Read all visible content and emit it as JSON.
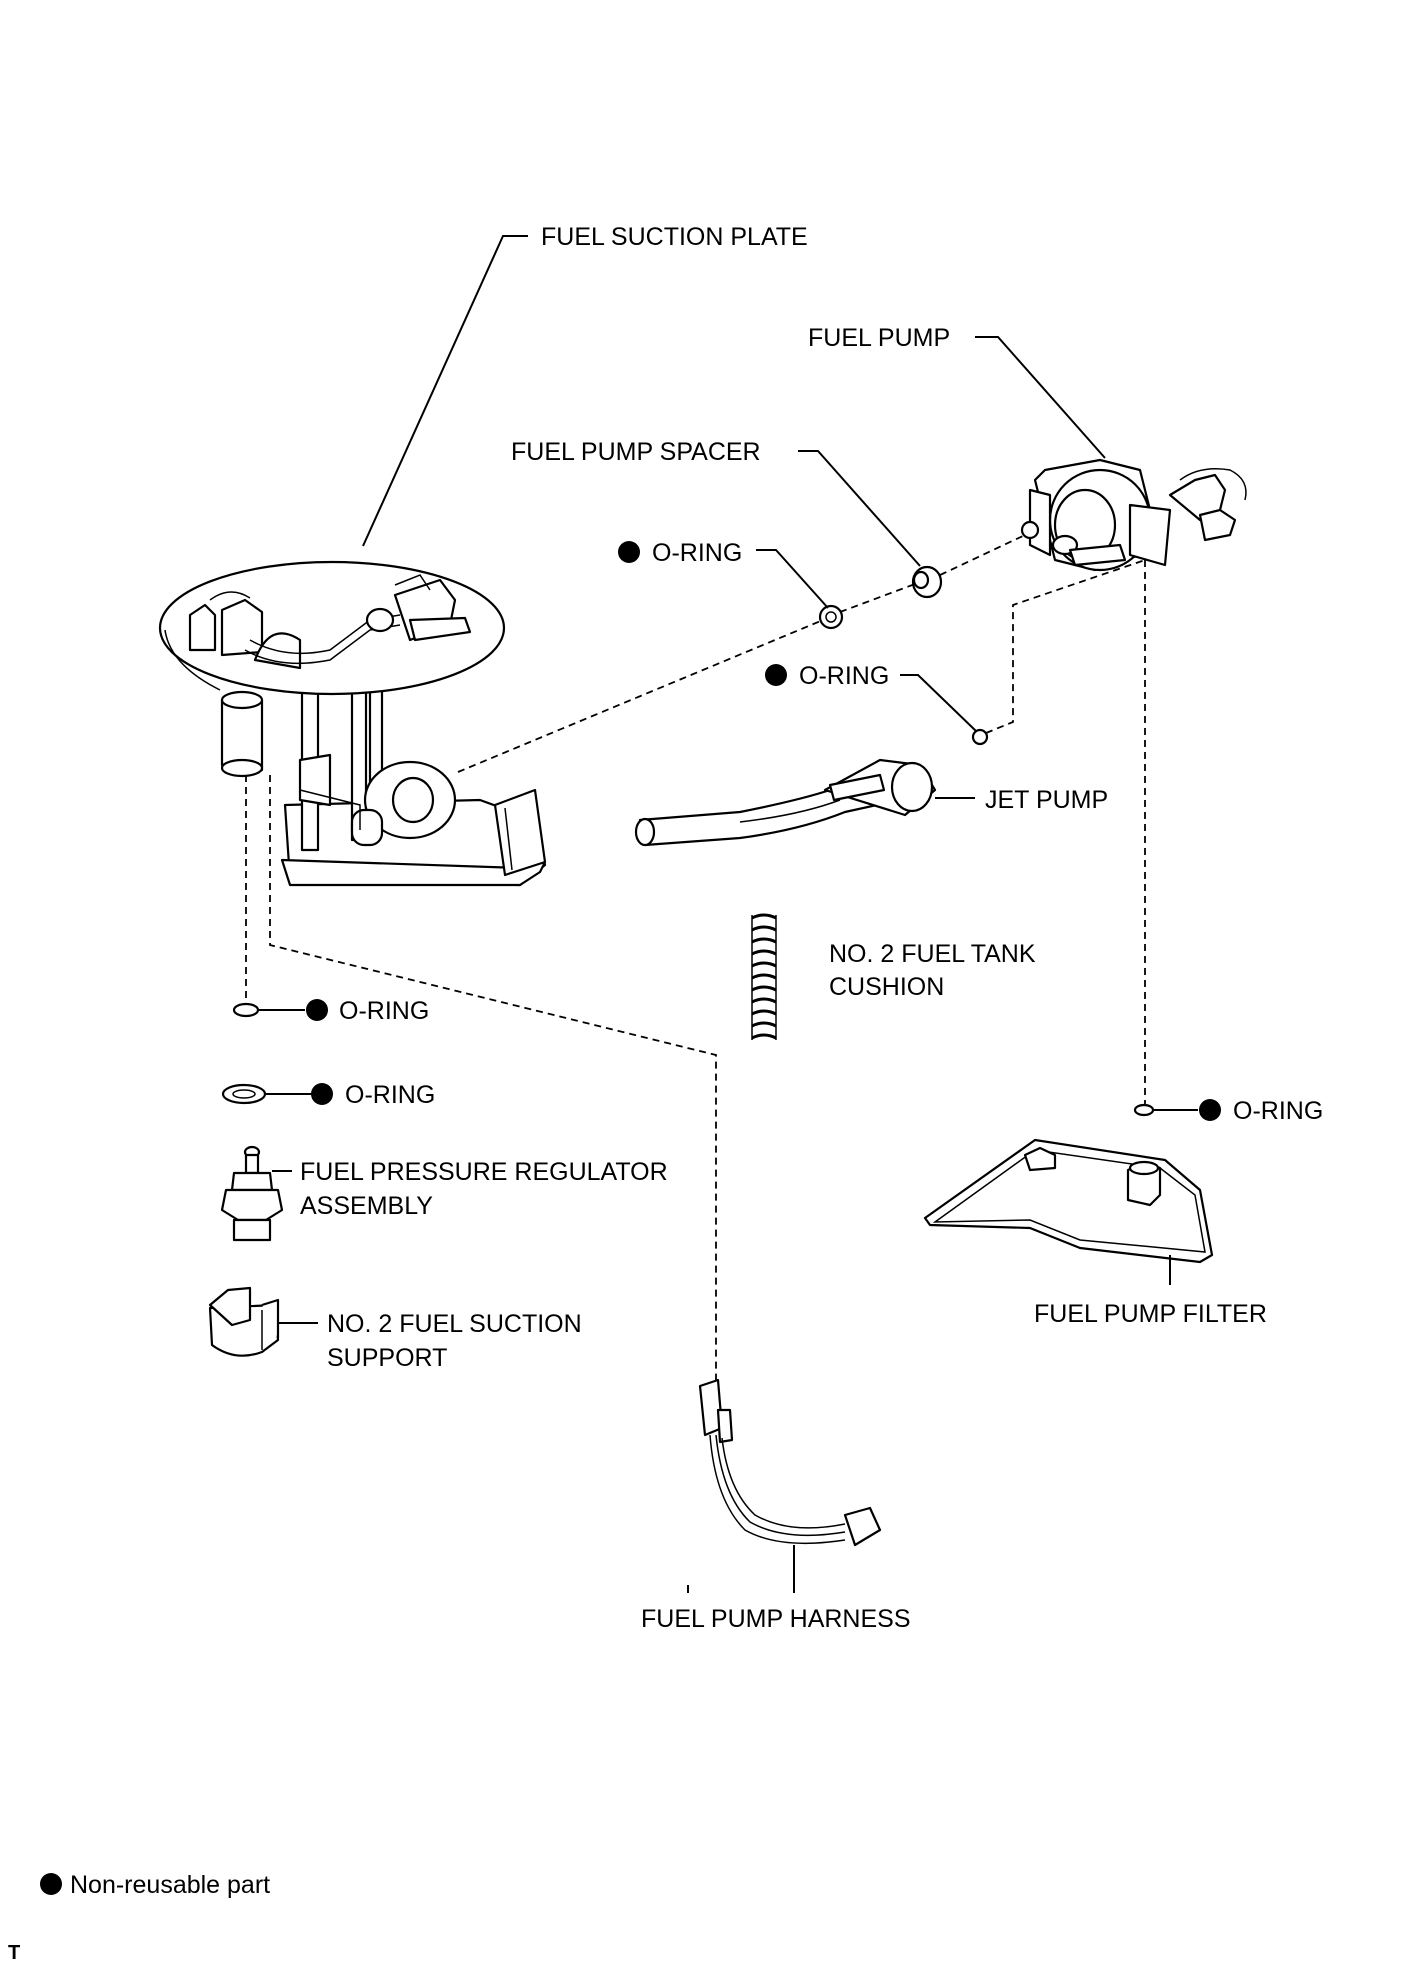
{
  "labels": {
    "fuel_suction_plate": "FUEL SUCTION PLATE",
    "fuel_pump": "FUEL PUMP",
    "fuel_pump_spacer": "FUEL PUMP SPACER",
    "o_ring_spacer": "O-RING",
    "o_ring_jet": "O-RING",
    "jet_pump": "JET PUMP",
    "tank_cushion_1": "NO. 2 FUEL TANK",
    "tank_cushion_2": "CUSHION",
    "o_ring_regulator_small": "O-RING",
    "o_ring_regulator_large": "O-RING",
    "pressure_regulator_1": "FUEL PRESSURE REGULATOR",
    "pressure_regulator_2": "ASSEMBLY",
    "suction_support_1": "NO. 2 FUEL SUCTION",
    "suction_support_2": "SUPPORT",
    "o_ring_filter": "O-RING",
    "fuel_pump_filter": "FUEL PUMP FILTER",
    "fuel_pump_harness": "FUEL PUMP HARNESS"
  },
  "legend": {
    "symbol": "non-reusable-dot-icon",
    "text": "Non-reusable part"
  },
  "corner_code": "T",
  "colors": {
    "ink": "#000000",
    "background": "#ffffff"
  }
}
